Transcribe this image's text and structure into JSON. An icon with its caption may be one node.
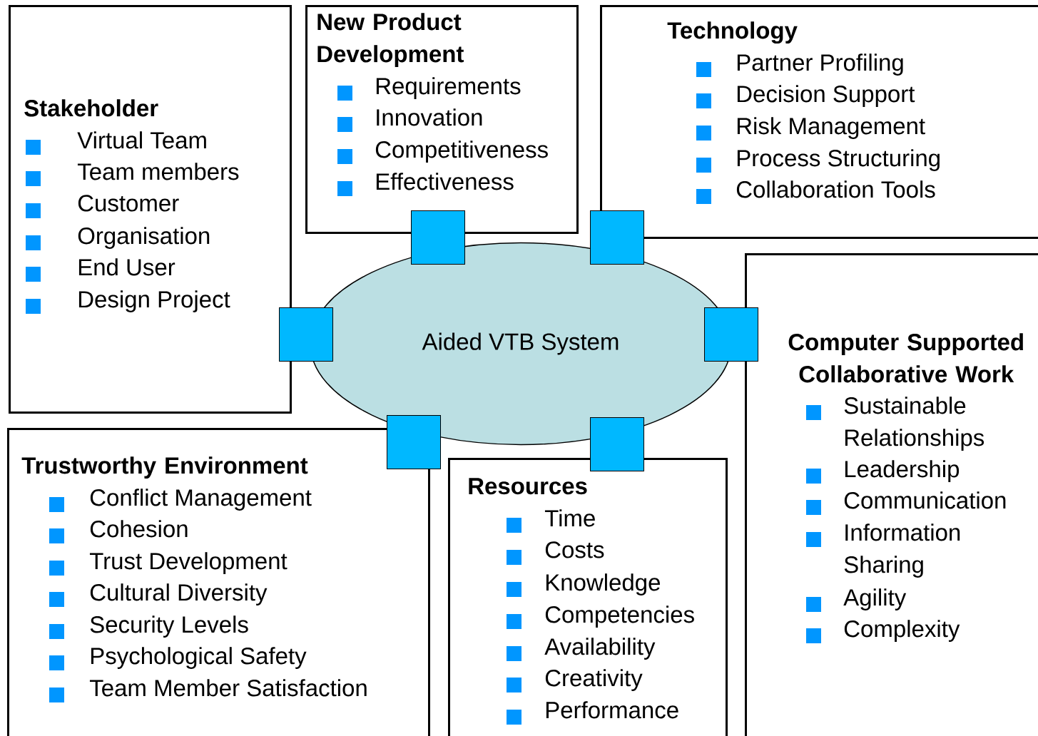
{
  "diagram": {
    "nodes": [
      {
        "text": [
          "Stakeholder",
          "Virtual Team",
          "Team members",
          "Customer",
          "Organisation",
          "End User",
          "Design Project"
        ]
      },
      {
        "text": [
          "New Product Development",
          "Requirements",
          "Innovation",
          "Competitiveness",
          "Effectiveness"
        ]
      },
      {
        "text": [
          "Technology",
          "Partner Profiling",
          "Decision Support",
          "Risk Management",
          "Process Structuring",
          "Collaboration Tools"
        ]
      },
      {
        "text": [
          "Aided VTB System"
        ]
      },
      {
        "text": [
          "Computer Supported Collaborative Work",
          "Sustainable Relationships",
          "Leadership",
          "Communication",
          "Information Sharing",
          "Agility",
          "Complexity"
        ]
      },
      {
        "text": [
          "Trustworthy Environment",
          "Conflict Management",
          "Cohesion",
          "Trust Development",
          "Cultural Diversity",
          "Security Levels",
          "Psychological Safety",
          "Team Member Satisfaction"
        ]
      },
      {
        "text": [
          "Resources",
          "Time",
          "Costs",
          "Knowledge",
          "Competencies",
          "Availability",
          "Creativity",
          "Performance"
        ]
      },
      {
        "text": [],
        "shape": "box"
      },
      {
        "text": [],
        "shape": "box"
      },
      {
        "text": [],
        "shape": "box"
      },
      {
        "text": [],
        "shape": "box"
      },
      {
        "text": [],
        "shape": "box"
      },
      {
        "text": [],
        "shape": "box"
      }
    ]
  }
}
